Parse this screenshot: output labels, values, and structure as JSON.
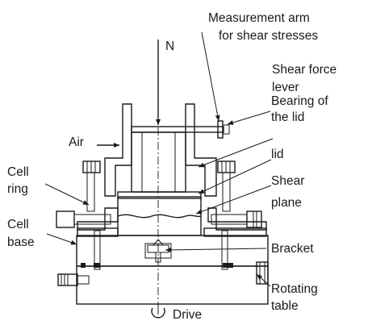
{
  "labels": {
    "measurement_arm_1": "Measurement arm",
    "measurement_arm_2": "for shear stresses",
    "normal_force": "N",
    "shear_force_lever_1": "Shear force",
    "shear_force_lever_2": "lever",
    "bearing_lid_1": "Bearing of",
    "bearing_lid_2": "the lid",
    "air": "Air",
    "lid": "lid",
    "cell_ring_1": "Cell",
    "cell_ring_2": "ring",
    "shear_plane_1": "Shear",
    "shear_plane_2": "plane",
    "cell_base_1": "Cell",
    "cell_base_2": "base",
    "bracket": "Bracket",
    "rotating_table_1": "Rotating",
    "rotating_table_2": "table",
    "drive": "Drive"
  },
  "colors": {
    "line": "#1a1a1a",
    "sample_fill": "#d4d4d4",
    "background": "#ffffff"
  }
}
